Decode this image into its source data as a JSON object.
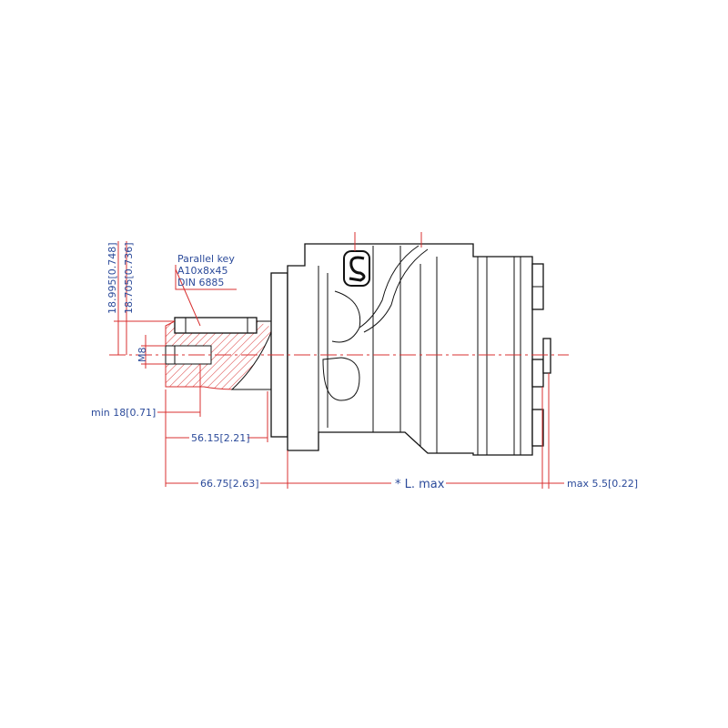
{
  "labels": {
    "key_line1": "Parallel key",
    "key_line2": "A10x8x45",
    "key_line3": "DIN  6885",
    "dim_shaft_max": "18.995[0.748]",
    "dim_shaft_min": "18.705[0.736]",
    "thread": "M8",
    "thread_depth": "min  18[0.71]",
    "shaft_length": "56.15[2.21]",
    "flange_length": "66.75[2.63]",
    "body_length": "* L. max",
    "rear_length": "max  5.5[0.22]"
  },
  "colors": {
    "text": "#2b4a9a",
    "dimension": "#d83030",
    "outline": "#111111"
  }
}
